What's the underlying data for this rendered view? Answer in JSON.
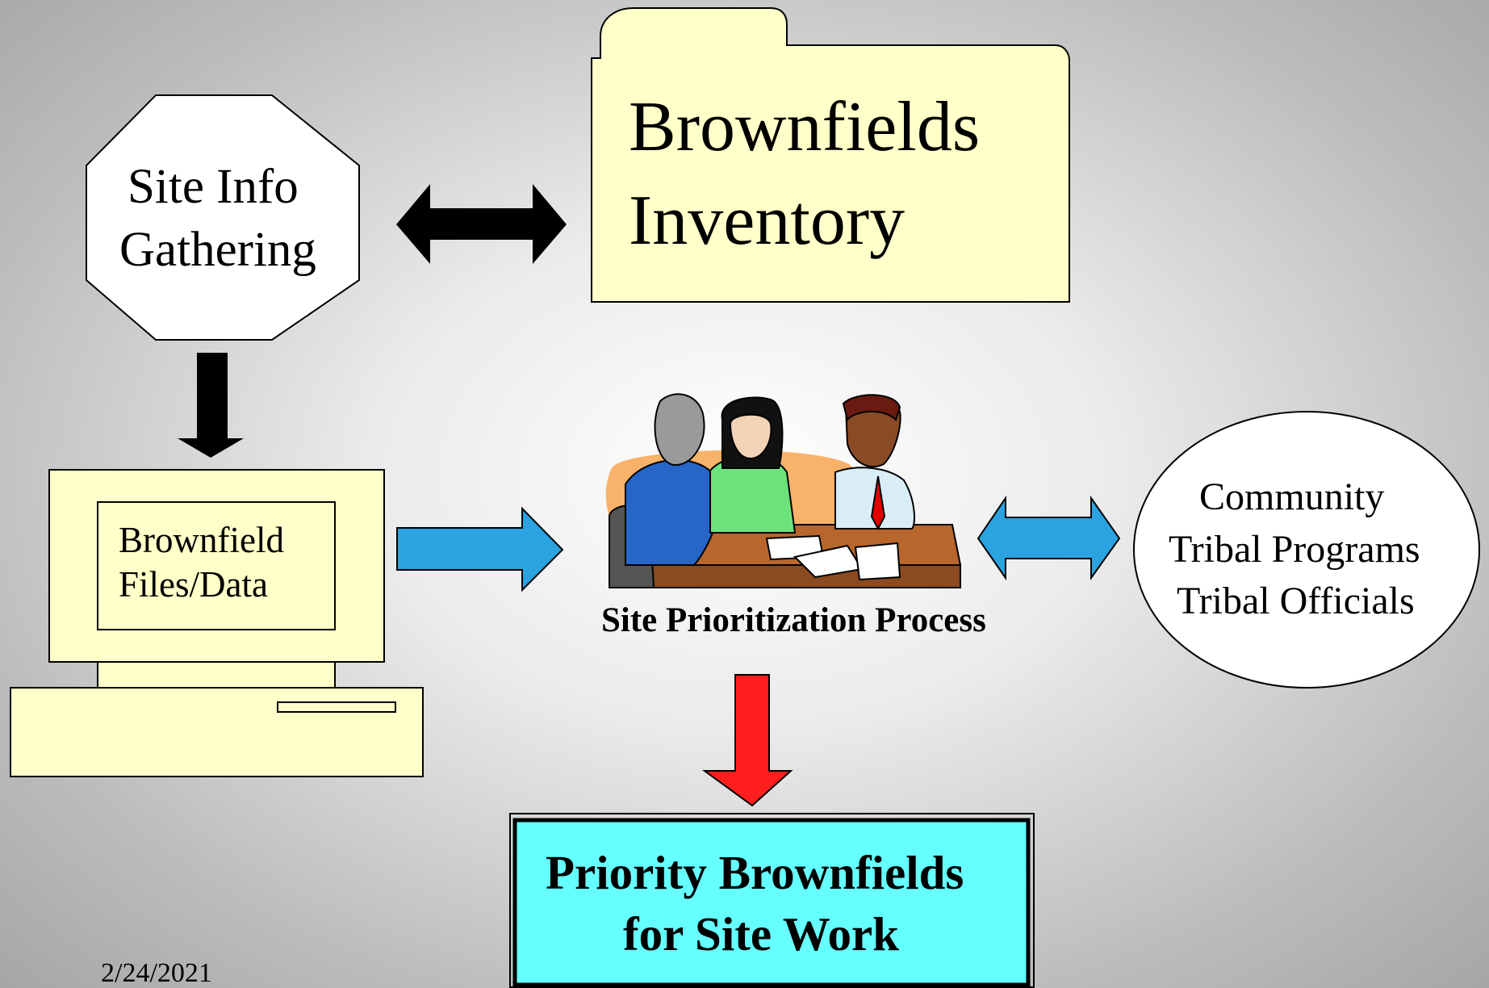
{
  "octagon": {
    "line1": "Site Info",
    "line2": "Gathering"
  },
  "inventory": {
    "line1": "Brownfields",
    "line2": "Inventory"
  },
  "computer": {
    "line1": "Brownfield",
    "line2": "Files/Data"
  },
  "prioritization": {
    "caption": "Site Prioritization Process"
  },
  "stakeholders": {
    "line1": "Community",
    "line2": "Tribal Programs",
    "line3": "Tribal Officials"
  },
  "result": {
    "line1": "Priority Brownfields",
    "line2": "for Site Work"
  },
  "footer": {
    "date": "2/24/2021"
  },
  "colors": {
    "pale_yellow": "#ffffc9",
    "cyan_box": "#66ffff",
    "blue_arrow": "#2aa3e0",
    "red_arrow": "#ff1e1e",
    "black_arrow": "#000000"
  },
  "icons": [
    "double-arrow-icon",
    "down-arrow-icon",
    "right-arrow-icon",
    "computer-icon",
    "meeting-clipart-icon",
    "folder-icon"
  ]
}
